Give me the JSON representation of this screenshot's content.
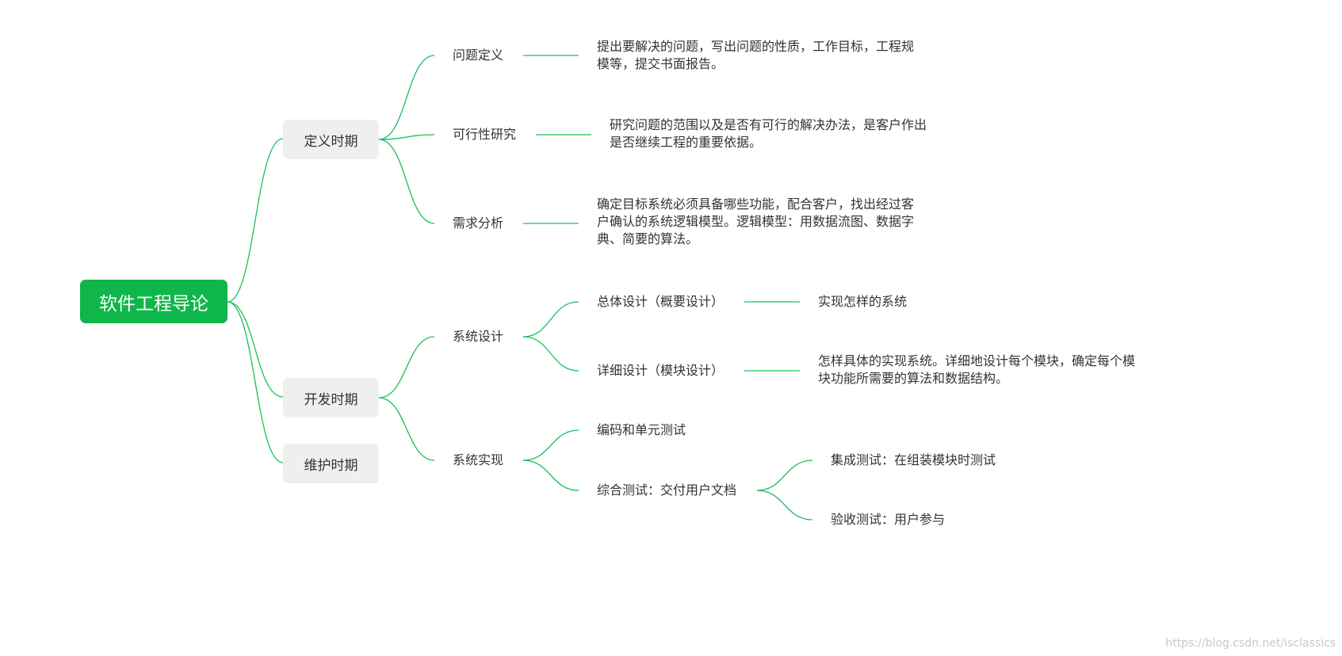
{
  "colors": {
    "accent": "#0fb64a",
    "line": "#19c05a",
    "phase_bg": "#efefef"
  },
  "root": {
    "label": "软件工程导论"
  },
  "phases": {
    "definition": {
      "label": "定义时期",
      "problem_definition": {
        "label": "问题定义",
        "desc": [
          "提出要解决的问题，写出问题的性质，工作目标，工程规",
          "模等，提交书面报告。"
        ]
      },
      "feasibility": {
        "label": "可行性研究",
        "desc": [
          "研究问题的范围以及是否有可行的解决办法，是客户作出",
          "是否继续工程的重要依据。"
        ]
      },
      "requirements": {
        "label": "需求分析",
        "desc": [
          "确定目标系统必须具备哪些功能，配合客户，找出经过客",
          "户确认的系统逻辑模型。逻辑模型：用数据流图、数据字",
          "典、简要的算法。"
        ]
      }
    },
    "development": {
      "label": "开发时期",
      "system_design": {
        "label": "系统设计",
        "overall": {
          "label": "总体设计（概要设计）",
          "desc": "实现怎样的系统"
        },
        "detailed": {
          "label": "详细设计（模块设计）",
          "desc": [
            "怎样具体的实现系统。详细地设计每个模块，确定每个模",
            "块功能所需要的算法和数据结构。"
          ]
        }
      },
      "system_impl": {
        "label": "系统实现",
        "coding": {
          "label": "编码和单元测试"
        },
        "integration": {
          "label": "综合测试：交付用户文档",
          "integration_test": {
            "label": "集成测试：在组装模块时测试"
          },
          "acceptance_test": {
            "label": "验收测试：用户参与"
          }
        }
      }
    },
    "maintenance": {
      "label": "维护时期"
    }
  },
  "watermark": "https://blog.csdn.net/isclassics"
}
